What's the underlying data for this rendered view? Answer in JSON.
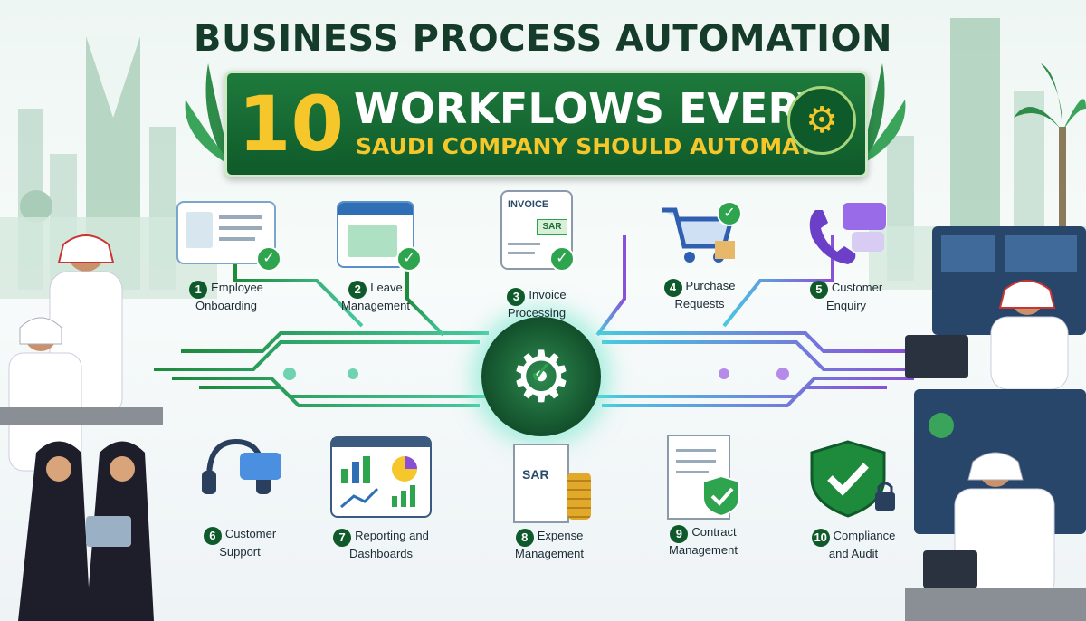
{
  "header": {
    "title": "BUSINESS PROCESS AUTOMATION",
    "banner_number": "10",
    "banner_line1": "WORKFLOWS EVERY",
    "banner_line2": "SAUDI COMPANY SHOULD AUTOMATE"
  },
  "workflows": [
    {
      "num": "1",
      "line1": "Employee",
      "line2": "Onboarding",
      "icon": "onboarding-icon"
    },
    {
      "num": "2",
      "line1": "Leave",
      "line2": "Management",
      "icon": "calendar-icon"
    },
    {
      "num": "3",
      "line1": "Invoice",
      "line2": "Processing",
      "icon": "invoice-icon"
    },
    {
      "num": "4",
      "line1": "Purchase",
      "line2": "Requests",
      "icon": "cart-icon"
    },
    {
      "num": "5",
      "line1": "Customer",
      "line2": "Enquiry",
      "icon": "phone-chat-icon"
    },
    {
      "num": "6",
      "line1": "Customer",
      "line2": "Support",
      "icon": "headset-icon"
    },
    {
      "num": "7",
      "line1": "Reporting and",
      "line2": "Dashboards",
      "icon": "dashboard-icon"
    },
    {
      "num": "8",
      "line1": "Expense",
      "line2": "Management",
      "icon": "receipt-icon"
    },
    {
      "num": "9",
      "line1": "Contract",
      "line2": "Management",
      "icon": "contract-icon"
    },
    {
      "num": "10",
      "line1": "Compliance",
      "line2": "and Audit",
      "icon": "shield-icon"
    }
  ],
  "icon_text": {
    "invoice": "INVOICE",
    "sar": "SAR",
    "receipt_sar": "SAR"
  },
  "colors": {
    "brand_green": "#0f5a2a",
    "accent_gold": "#f5c72a",
    "check_green": "#2ea44f",
    "circuit_purple": "#8a4fd8"
  }
}
